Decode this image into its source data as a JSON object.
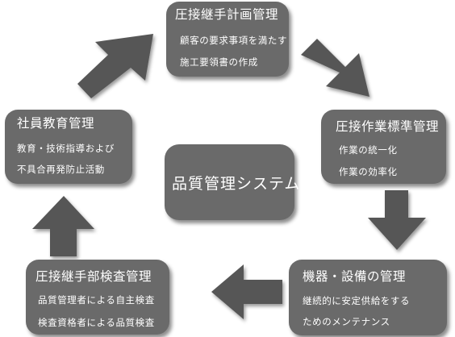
{
  "diagram": {
    "center": {
      "title": "品質管理システム"
    },
    "nodes": {
      "plan": {
        "title": "圧接継手計画管理",
        "lines": [
          "顧客の要求事項を満たす",
          "施工要領書の作成"
        ]
      },
      "standard": {
        "title": "圧接作業標準管理",
        "lines": [
          "作業の統一化",
          "作業の効率化"
        ]
      },
      "equipment": {
        "title": "機器・設備の管理",
        "lines": [
          "継続的に安定供給をする",
          "ためのメンテナンス"
        ]
      },
      "inspect": {
        "title": "圧接継手部検査管理",
        "lines": [
          "品質管理者による自主検査",
          "検査資格者による品質検査"
        ]
      },
      "training": {
        "title": "社員教育管理",
        "lines": [
          "教育・技術指導および",
          "不具合再発防止活動"
        ]
      }
    },
    "flow": [
      {
        "from": "plan",
        "to": "standard"
      },
      {
        "from": "standard",
        "to": "equipment"
      },
      {
        "from": "equipment",
        "to": "inspect"
      },
      {
        "from": "inspect",
        "to": "training"
      },
      {
        "from": "training",
        "to": "plan"
      }
    ],
    "colors": {
      "box": "#6a6a6a",
      "arrow": "#575757",
      "text": "#ffffff",
      "background": "#ffffff"
    }
  }
}
